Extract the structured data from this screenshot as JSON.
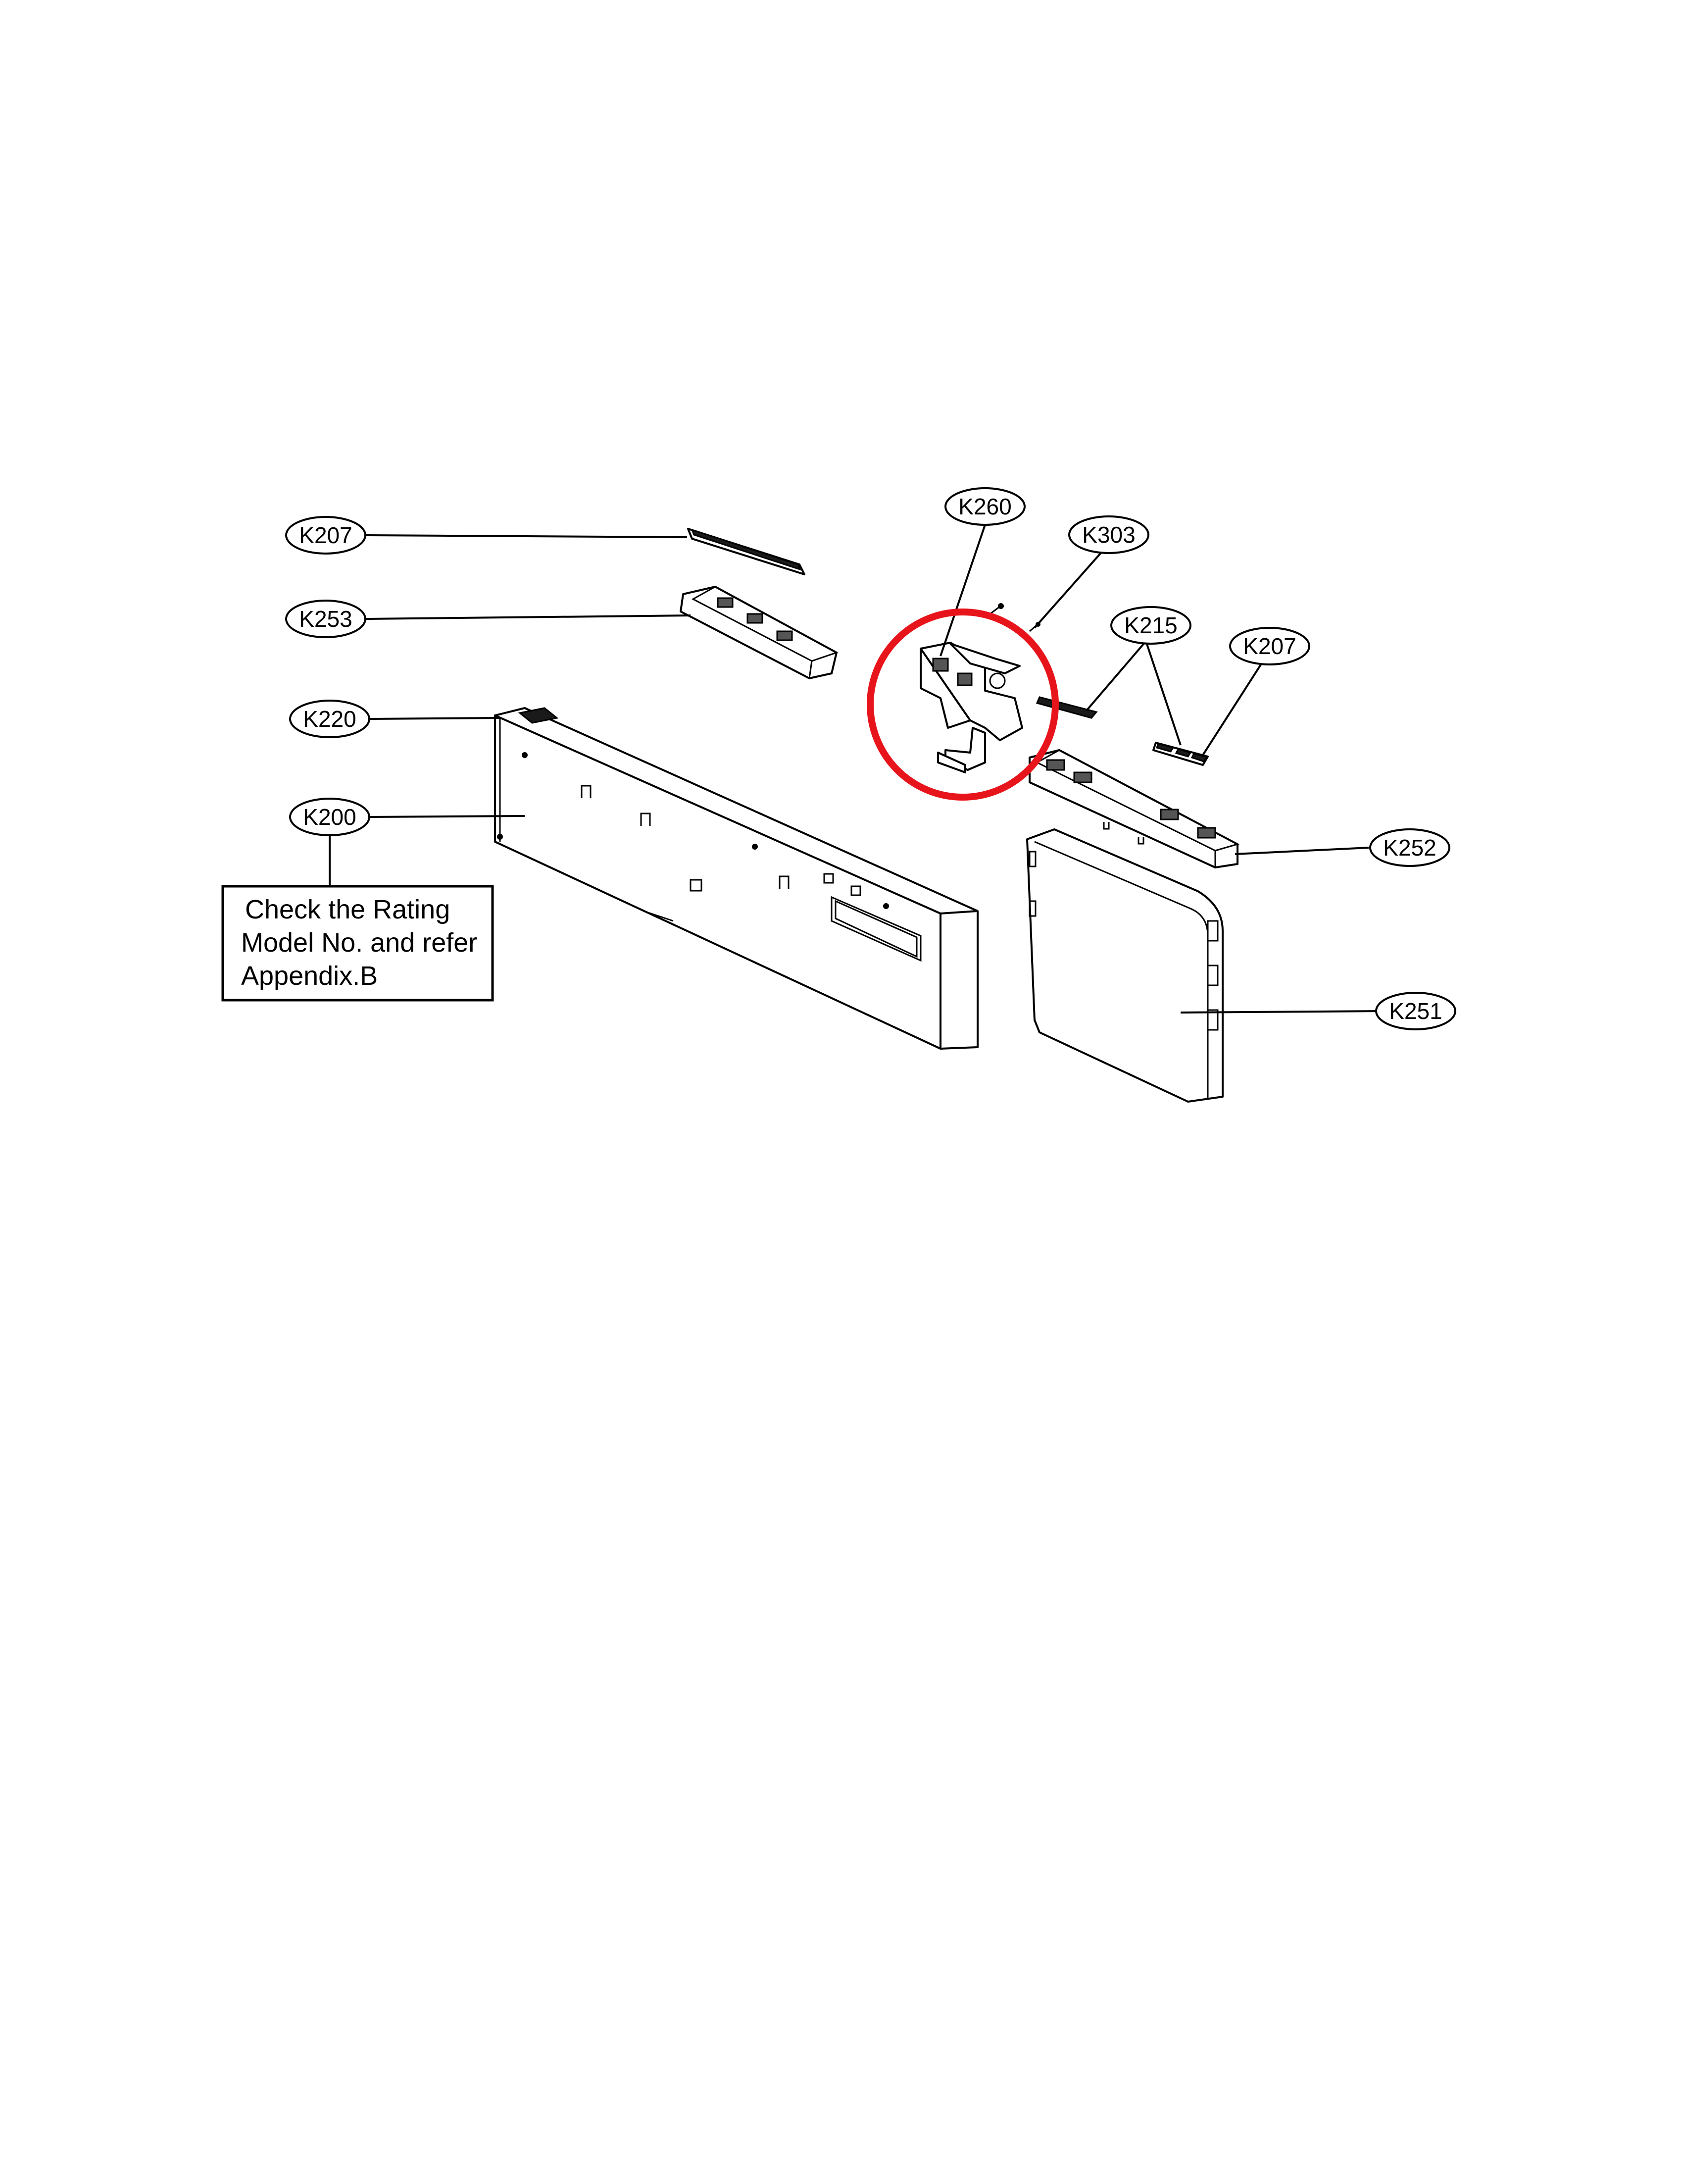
{
  "callouts": {
    "k207_left": "K207",
    "k253": "K253",
    "k220": "K220",
    "k200": "K200",
    "k260": "K260",
    "k303": "K303",
    "k215": "K215",
    "k207_right": "K207",
    "k252": "K252",
    "k251": "K251"
  },
  "note": {
    "line1": "Check the Rating",
    "line2": "Model No. and refer",
    "line3": "Appendix.B"
  },
  "highlight": {
    "color": "#e8141b",
    "target": "K260"
  }
}
